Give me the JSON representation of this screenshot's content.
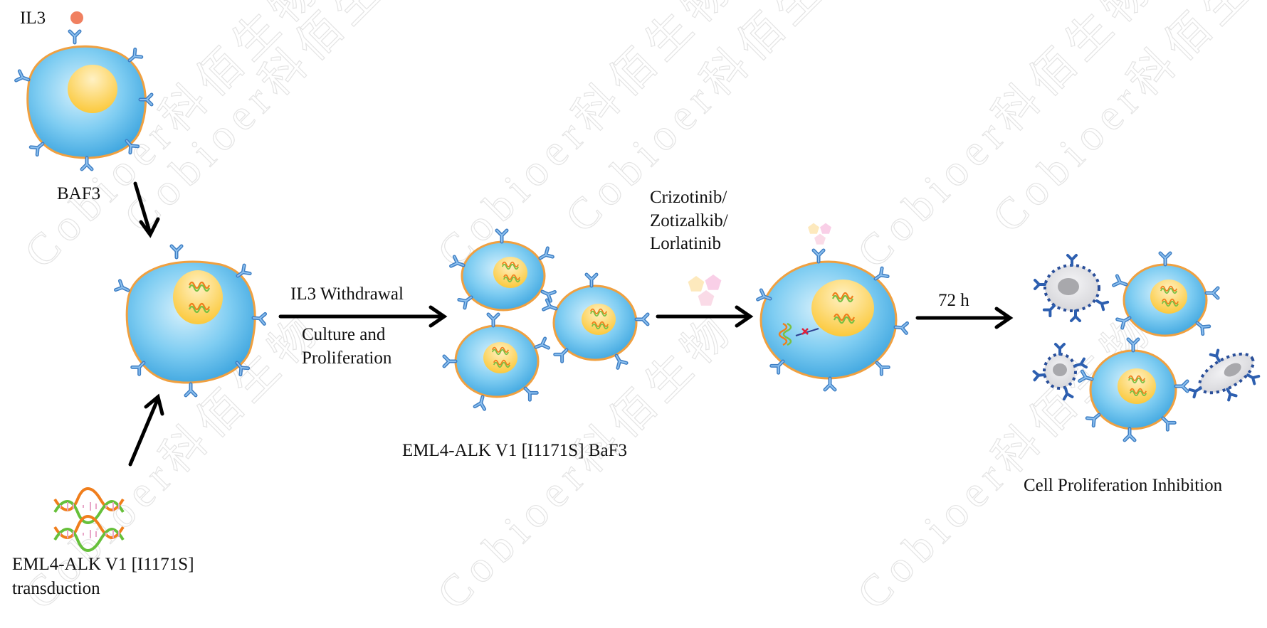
{
  "watermark": "Cobioer科佰生物",
  "labels": {
    "il3": "IL3",
    "baf3": "BAF3",
    "transduction_line1": "EML4-ALK V1 [I1171S]",
    "transduction_line2": "transduction",
    "il3_withdrawal": "IL3 Withdrawal",
    "culture_line1": "Culture and",
    "culture_line2": "Proliferation",
    "cell_line": "EML4-ALK V1 [I1171S] BaF3",
    "drug_1": "Crizotinib/",
    "drug_2": "Zotizalkib/",
    "drug_3": "Lorlatinib",
    "time": "72 h",
    "result": "Cell Proliferation Inhibition"
  },
  "colors": {
    "cell_fill": "#5bbcec",
    "cell_border": "#f0a040",
    "nucleus": "#fcd766",
    "receptor": "#4f8fd0",
    "dead_cell": "#e0e0e4",
    "dead_border": "#2a4f9a",
    "il3_dot": "#f08060"
  }
}
